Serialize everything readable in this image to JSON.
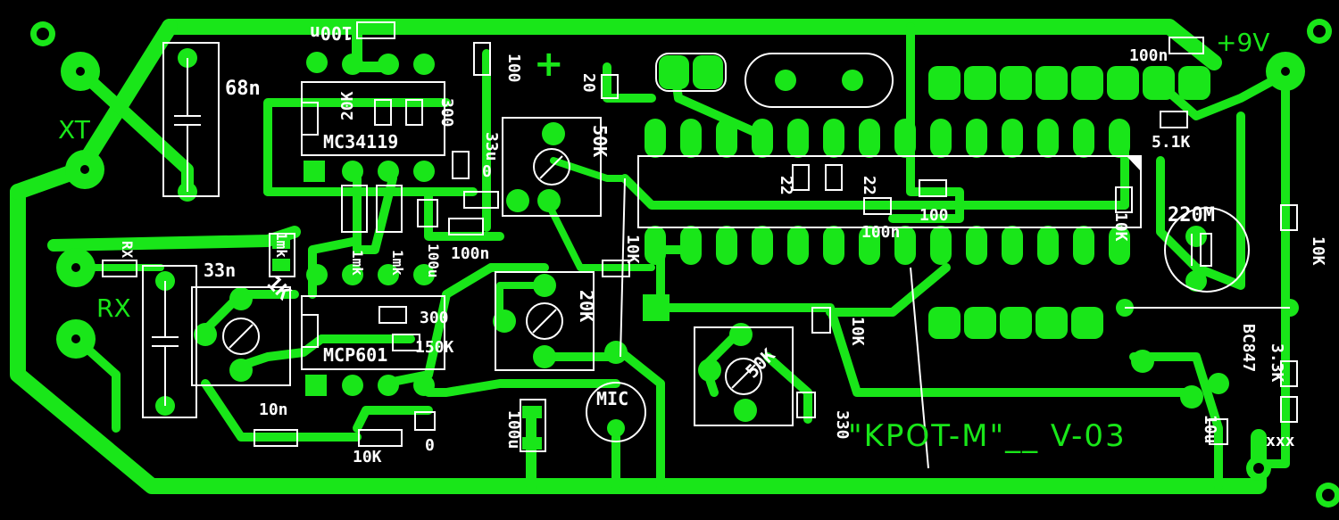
{
  "labels": {
    "c68n": "68n",
    "c100n_top": "100n",
    "mc34119": "MC34119",
    "r20k_top": "20K",
    "r300_top": "300",
    "c33u": "33u",
    "c0": "0",
    "plus_sign": "+",
    "c20": "20",
    "pot50k_top": "50K",
    "c22a": "22",
    "c22b": "22",
    "r100": "100",
    "c100n_mid": "100n",
    "r10k_a": "10K",
    "r10k_b": "10K",
    "r10k_c": "10K",
    "r10k_d": "10K",
    "r10k_e": "10K",
    "r5_1k": "5.1K",
    "c100n_right": "100n",
    "v9plus": "+9V",
    "c220m": "220M",
    "xt": "XT",
    "rx": "RX",
    "rx_small": "RX",
    "c33n": "33n",
    "r1k": "1K",
    "c1mk_a": "1mk",
    "c1mk_b": "1mk",
    "c1mk_c": "1mk",
    "c100u": "100u",
    "c100n_mid2": "100n",
    "mcp601": "MCP601",
    "r300_mid": "300",
    "r150k": "150K",
    "pot20k": "20K",
    "c10n": "10n",
    "c100u_bot": "100u",
    "mic": "MIC",
    "pot50k_bot": "50K",
    "r330": "330",
    "bc847": "BC847",
    "r3_3k": "3.3K",
    "c10u": "10u",
    "xxx": "xxx",
    "title": "\"KPOT-M\"__ V-03"
  },
  "colors": {
    "copper": "#19e619",
    "silk": "#ffffff",
    "background": "#000000"
  }
}
